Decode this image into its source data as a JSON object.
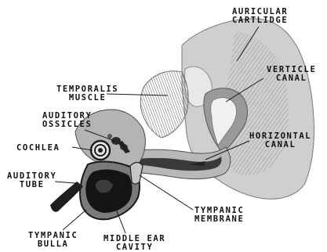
{
  "labels": {
    "auricular_cartilage": "AURICULAR\nCARTLIDGE",
    "verticle_canal": "VERTICLE\nCANAL",
    "temporalis_muscle": "TEMPORALIS\nMUSCLE",
    "auditory_ossicles": "AUDITORY\nOSSICLES",
    "cochlea": "COCHLEA",
    "horizontal_canal": "HORIZONTAL\nCANAL",
    "auditory_tube": "AUDITORY\nTUBE",
    "tympanic_membrane": "TYMPANIC\nMEMBRANE",
    "tympanic_bulla": "TYMPANIC\nBULLA",
    "middle_ear_cavity": "MIDDLE EAR\nCAVITY"
  },
  "colors": {
    "background": "#ffffff",
    "ink": "#111111",
    "tissue_light": "#d2d2d2",
    "tissue_mid": "#a8a8a8",
    "tissue_dark": "#6e6e6e",
    "cavity": "#161616"
  }
}
